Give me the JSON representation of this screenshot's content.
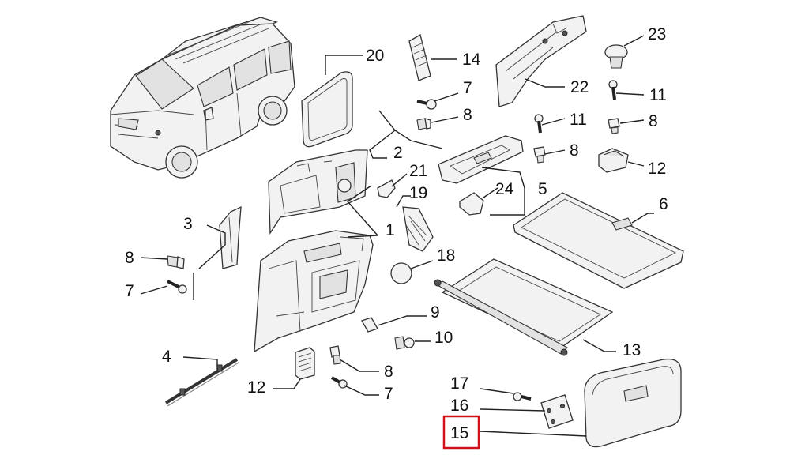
{
  "labels": {
    "l1": "1",
    "l2": "2",
    "l3": "3",
    "l4": "4",
    "l5": "5",
    "l6": "6",
    "l7a": "7",
    "l7b": "7",
    "l7c": "7",
    "l8a": "8",
    "l8b": "8",
    "l8c": "8",
    "l8d": "8",
    "l8e": "8",
    "l9": "9",
    "l10": "10",
    "l11a": "11",
    "l11b": "11",
    "l12a": "12",
    "l12b": "12",
    "l13": "13",
    "l14": "14",
    "l15": "15",
    "l16": "16",
    "l17": "17",
    "l18": "18",
    "l19": "19",
    "l20": "20",
    "l21": "21",
    "l22": "22",
    "l23": "23",
    "l24": "24"
  },
  "highlight": {
    "part": "15",
    "color": "#d0101b"
  }
}
